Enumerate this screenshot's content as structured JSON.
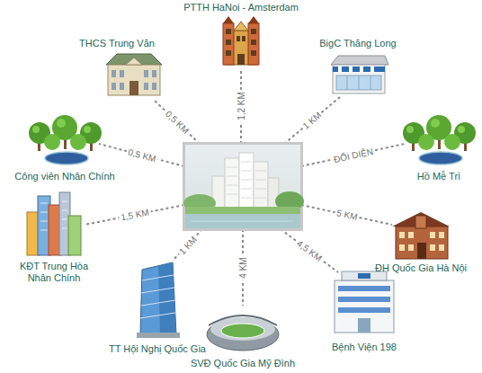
{
  "diagram": {
    "nodes": [
      {
        "text": [
          "PTTH HaNoi - Amsterdam"
        ]
      },
      {
        "text": [
          "THCS Trung Văn"
        ]
      },
      {
        "text": [
          "BigC Thăng Long"
        ]
      },
      {
        "text": [
          "Công viên Nhân Chính"
        ]
      },
      {
        "text": [
          "Hồ Mễ Trì"
        ]
      },
      {
        "text": [
          "KĐT Trung Hòa Nhân Chính"
        ]
      },
      {
        "text": [
          "ĐH Quốc Gia Hà Nội"
        ]
      },
      {
        "text": [
          "TT Hội Nghị Quốc Gia"
        ]
      },
      {
        "text": [
          "Bệnh Viện 198"
        ]
      },
      {
        "text": [
          "SVĐ Quốc Gia Mỹ Đình"
        ]
      }
    ],
    "labels": [
      "1,2 KM",
      "0,5 KM",
      "1 KM",
      "0,5 KM",
      "ĐỐI DIỆN",
      "1,5 KM",
      "5 KM",
      "1 KM",
      "4,5 KM",
      "4 KM"
    ]
  }
}
